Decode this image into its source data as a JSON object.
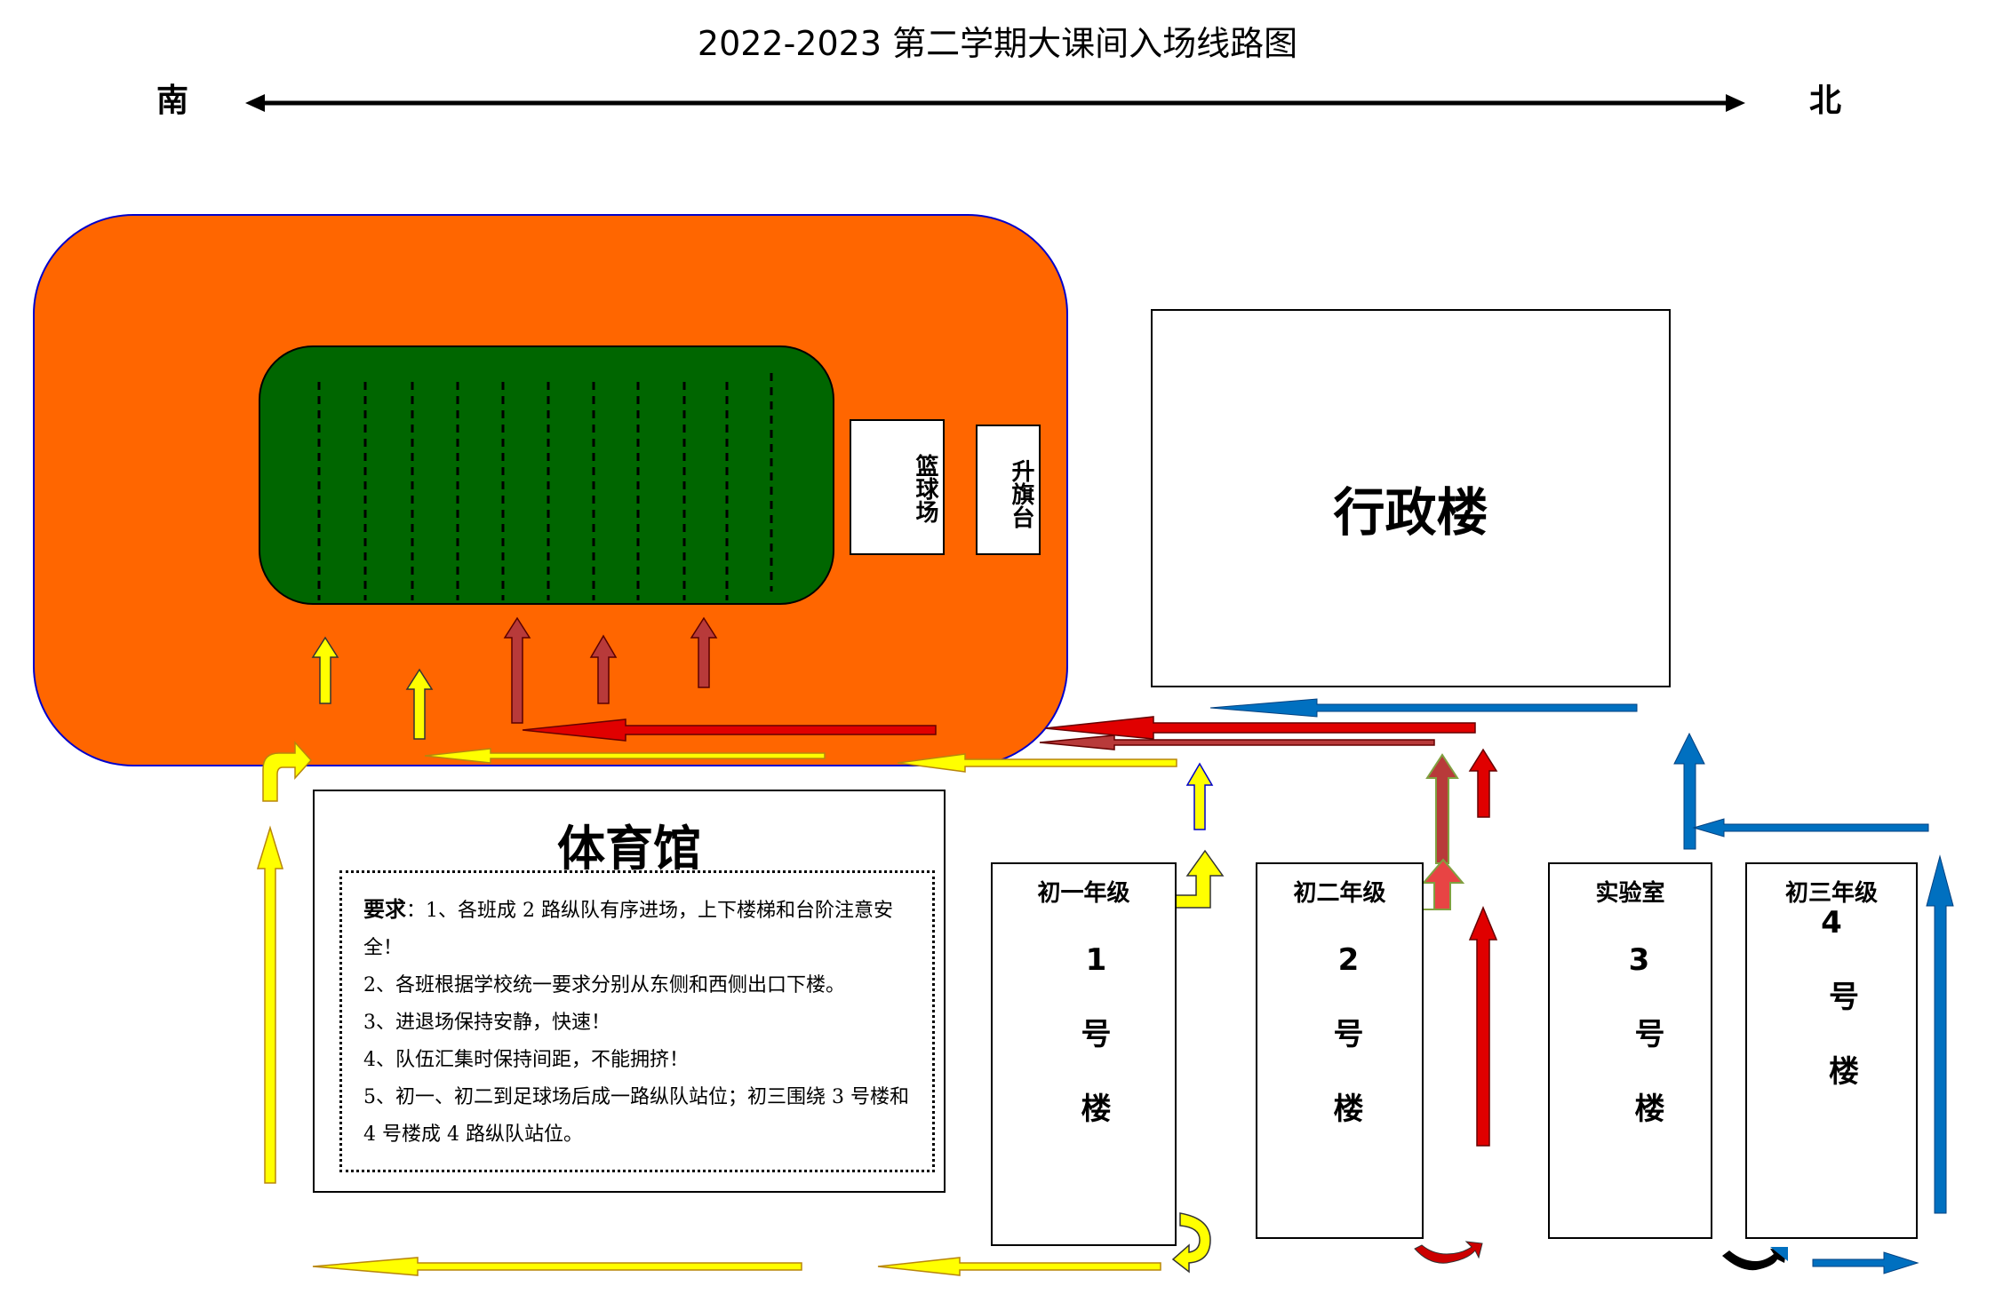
{
  "title": "2022-2023 第二学期大课间入场线路图",
  "compass": {
    "south": "南",
    "north": "北"
  },
  "colors": {
    "field": "#FF6600",
    "grass": "#006600",
    "yellow": "#FFFF00",
    "red": "#E00000",
    "darkred": "#B83A3A",
    "blue": "#0070C0"
  },
  "sports_field": {
    "basketball": "篮球场",
    "flag_platform": "升旗台"
  },
  "admin_building": "行政楼",
  "gym": {
    "name": "体育馆",
    "requirements_label": "要求",
    "requirements_first": "：1、各班成 2 路纵队有序进场，上下楼梯和台阶注意安全！",
    "requirements": [
      "2、各班根据学校统一要求分别从东侧和西侧出口下楼。",
      "3、进退场保持安静，快速！",
      "4、队伍汇集时保持间距，不能拥挤！",
      "5、初一、初二到足球场后成一路纵队站位；初三围绕 3 号楼和 4 号楼成 4 路纵队站位。"
    ]
  },
  "buildings": [
    {
      "label": "初一年级",
      "num": "1",
      "hao": "号",
      "lou": "楼"
    },
    {
      "label": "初二年级",
      "num": "2",
      "hao": "号",
      "lou": "楼"
    },
    {
      "label": "实验室",
      "num": "3",
      "hao": "号",
      "lou": "楼"
    },
    {
      "label": "初三年级",
      "num": "4",
      "hao": "号",
      "lou": "楼"
    }
  ]
}
